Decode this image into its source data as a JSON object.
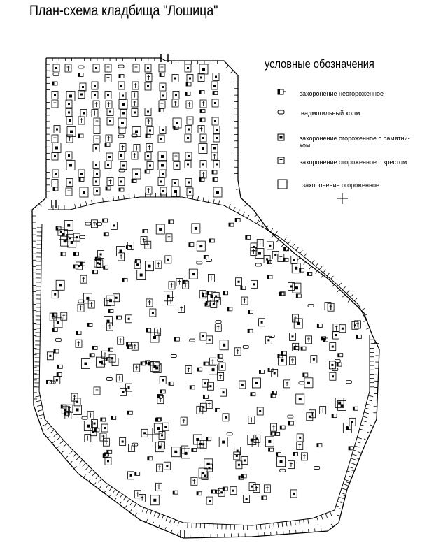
{
  "title": "План-схема кладбища \"Лошица\"",
  "legend": {
    "title": "условные обозначения",
    "items": [
      {
        "symbol": "unfenced-grave",
        "label": "захоронение неогороженное"
      },
      {
        "symbol": "burial-mound",
        "label": "надмогильный холм"
      },
      {
        "symbol": "fenced-grave-monument",
        "label": "захоронение огороженное с памятни-ком"
      },
      {
        "symbol": "fenced-grave-cross",
        "label": "захоронение огороженное с крестом"
      },
      {
        "symbol": "fenced-grave",
        "label": "захоронение огороженное"
      }
    ]
  },
  "colors": {
    "ink": "#000000",
    "paper": "#ffffff"
  }
}
